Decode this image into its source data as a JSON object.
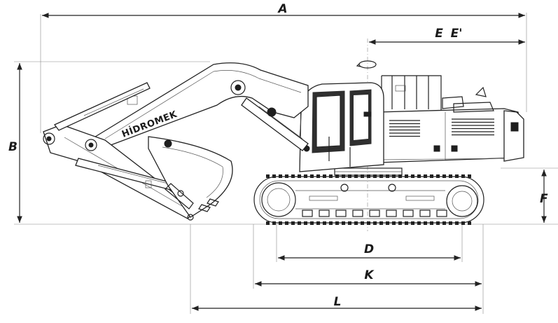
{
  "brand": {
    "logo_text": "HİDROMEK"
  },
  "dimensions": {
    "A": "A",
    "B": "B",
    "D": "D",
    "E": "E",
    "E_prime": "E'",
    "F": "F",
    "K": "K",
    "L": "L"
  },
  "colors": {
    "line": "#222222",
    "background": "#ffffff"
  }
}
